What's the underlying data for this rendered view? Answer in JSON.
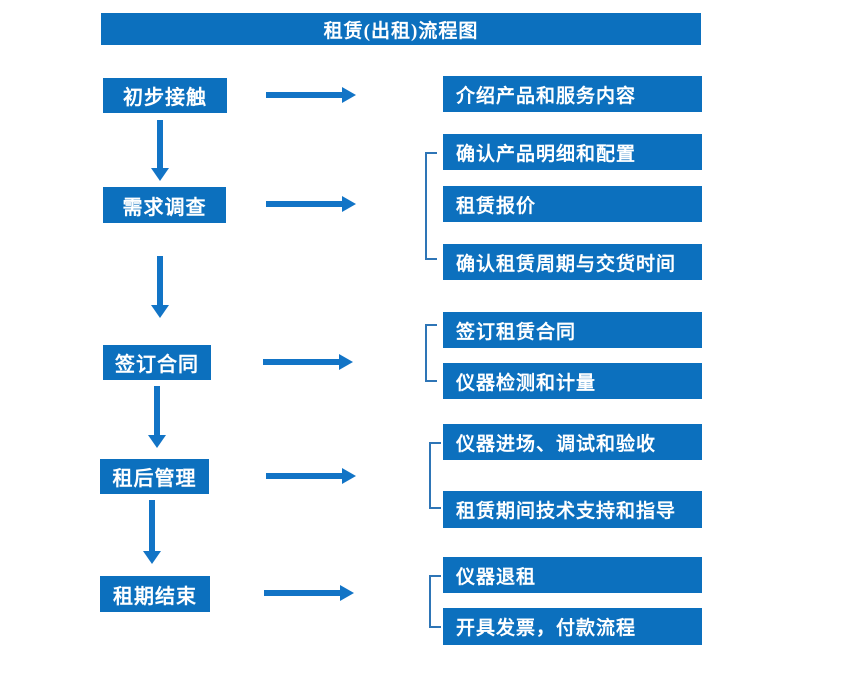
{
  "title": "租赁(出租)流程图",
  "colors": {
    "box_blue": "#0C70BE",
    "arrow_blue": "#1274C6",
    "bracket_blue": "#2E75B6",
    "text_white": "#FFFFFF",
    "background": "#FFFFFF"
  },
  "steps": [
    {
      "label": "初步接触",
      "outputs": [
        "介绍产品和服务内容"
      ]
    },
    {
      "label": "需求调查",
      "outputs": [
        "确认产品明细和配置",
        "租赁报价",
        "确认租赁周期与交货时间"
      ]
    },
    {
      "label": "签订合同",
      "outputs": [
        "签订租赁合同",
        "仪器检测和计量"
      ]
    },
    {
      "label": "租后管理",
      "outputs": [
        "仪器进场、调试和验收",
        "租赁期间技术支持和指导"
      ]
    },
    {
      "label": "租期结束",
      "outputs": [
        "仪器退租",
        "开具发票，付款流程"
      ]
    }
  ]
}
